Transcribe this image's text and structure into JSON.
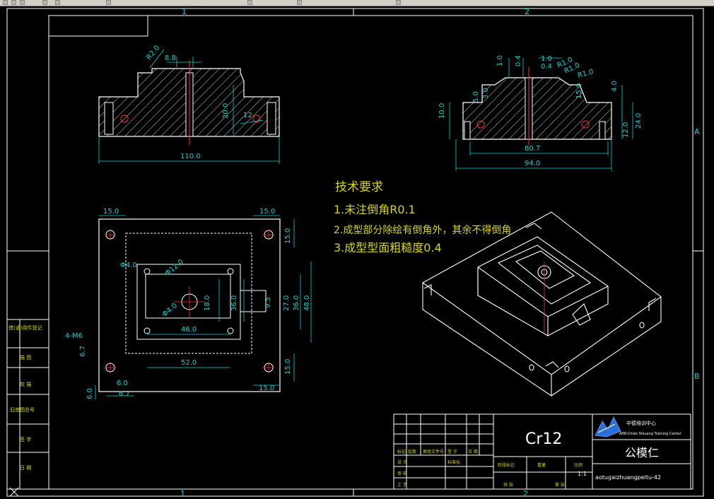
{
  "sheet": {
    "zones_top": [
      "1",
      "2"
    ],
    "zones_bottom": [
      "1",
      "2"
    ],
    "zones_right": [
      "A",
      "B"
    ]
  },
  "dims": {
    "v1_r2": "R2.0",
    "v1_88": "8.8",
    "v1_200": "20.0",
    "v1_12": "12",
    "v1_110": "110.0",
    "v2_10a": "1.0",
    "v2_04a": "0.4",
    "v2_10b": "1.0",
    "v2_04b": "0.4",
    "v2_r1a": "R1.0",
    "v2_r1b": "R1.0",
    "v2_r1c": "R1.0",
    "v2_50": "5.0",
    "v2_30": "3.0",
    "v2_100": "10.0",
    "v2_150": "15.0",
    "v2_40": "4.0",
    "v2_240": "24.0",
    "v2_120": "12.0",
    "v2_807": "80.7",
    "v2_940": "94.0",
    "p_150a": "15.0",
    "p_150b": "15.0",
    "p_150c": "15.0",
    "p_150d": "15.0",
    "p_150e": "15.0",
    "p_d4": "Φ4.0",
    "p_d12": "Φ12.0",
    "p_d44": "Φ4.0",
    "p_180": "18.0",
    "p_360a": "36.0",
    "p_95": "9.5",
    "p_270": "27.0",
    "p_360b": "36.0",
    "p_480": "48.0",
    "p_460": "46.0",
    "p_520": "52.0",
    "p_4m6": "4-M6",
    "p_67a": "6.7",
    "p_60a": "6.0",
    "p_60b": "6.0",
    "p_67b": "6.7"
  },
  "tech_notes": {
    "title": "技术要求",
    "lines": [
      "1.未注倒角R0.1",
      "2.成型部分除绘有倒角外，其余不得倒角",
      "3.成型型面粗糙度0.4"
    ]
  },
  "left_strip": [
    "借(通)用件登记",
    "描 图",
    "校 描",
    "旧底图总号",
    "签 字",
    "日 期"
  ],
  "title_block": {
    "material": "Cr12",
    "part_name": "公模仁",
    "drawing_no": "aotugaizhuangpeitu-42",
    "school_cn": "中德培训中心",
    "school_en": "AHK-Chian Shiuang Training Center",
    "scale": "1:1",
    "cells": {
      "c1": "标记",
      "c2": "处数",
      "c3": "更改文件号",
      "c4": "签 字",
      "c5": "日 期",
      "c6": "设 计",
      "c7": "标准化",
      "c8": "阶段标记",
      "c9": "重量",
      "c10": "比例",
      "c11": "审 核",
      "c12": "工 艺",
      "c13": "共 张",
      "c14": "第 张"
    }
  }
}
